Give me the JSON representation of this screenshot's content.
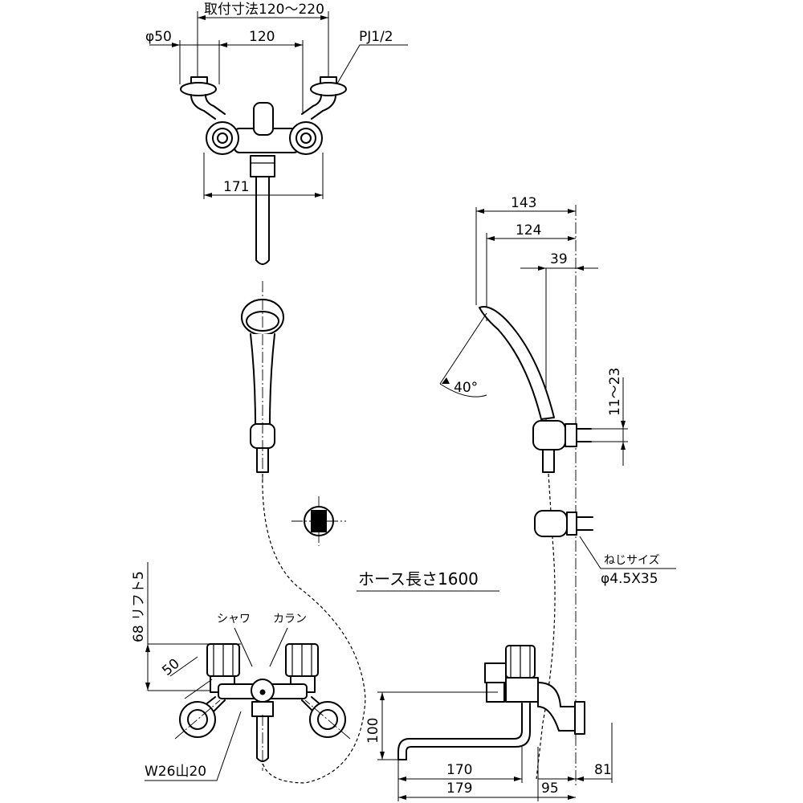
{
  "top_view": {
    "mount_range": "取付寸法120～220",
    "flange_dia": "φ50",
    "spacing": "120",
    "pipe_thread": "PJ1/2",
    "body_width": "171"
  },
  "side_view": {
    "holder_depth_total": "143",
    "head_depth": "124",
    "holder_depth": "39",
    "tilt_angle": "40°",
    "adjust_range": "11～23",
    "screw_label": "ねじサイズ",
    "screw_size": "φ4.5X35",
    "hose_length": "ホース長さ1600",
    "spout_height": "100",
    "spout_170": "170",
    "spout_179": "179",
    "wall_95": "95",
    "wall_81": "81"
  },
  "front_view": {
    "lift_label": "68 リフト5",
    "shower_label": "シャワ",
    "spout_label": "カラン",
    "dim_50": "50",
    "thread": "W26山20"
  }
}
